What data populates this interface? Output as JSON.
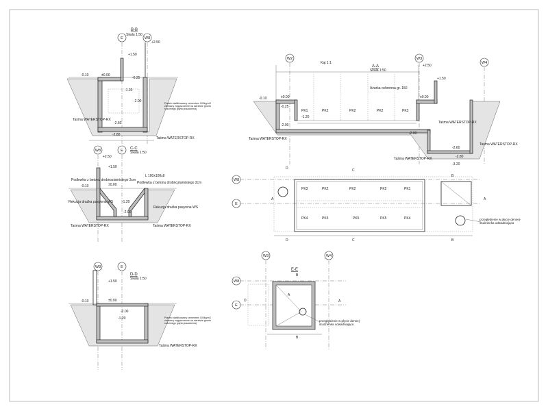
{
  "sheet": {
    "scale": "Skala 1:50"
  },
  "axes": {
    "E": "E",
    "W8": "W8",
    "W2": "W2",
    "W3": "W3",
    "W4": "W4"
  },
  "sections": {
    "bb": {
      "title": "B-B",
      "levels": [
        "+2.50",
        "+1.50",
        "-0.10",
        "±0.00",
        "-0.25",
        "-1.20",
        "-2.00",
        "-2.60",
        "-2.80"
      ],
      "note": "Piasek stabilizowany cementem 100kg/m3 zalecany zagęszczenie na warstwie gruntu rodzimego (płyta posadzenia)",
      "waterstop": "Taśma WATERSTOP-RX"
    },
    "cc": {
      "title": "C-C",
      "levels": [
        "+2.50",
        "+1.50",
        "-0.10",
        "±0.00",
        "-1.20",
        "-2.00"
      ],
      "note1": "Podlewka z betonu drobnoziarnistego 3cm",
      "note2": "Rekucja drażka pasywna WS",
      "angle": "L 100x100x8",
      "waterstop": "Taśma WATERSTOP-RX"
    },
    "dd": {
      "title": "D-D",
      "levels": [
        "+1.50",
        "-0.10",
        "±0.00",
        "-1.20",
        "-2.00"
      ],
      "note": "Piasek stabilizowany cementem 100kg/m3 zalecany zagęszczenie na warstwie gruntu rodzimego (płyta posadzenia)",
      "waterstop": "Taśma WATERSTOP-RX"
    },
    "aa": {
      "title": "A-A",
      "levels": [
        "+2.50",
        "+1.50",
        "-0.10",
        "±0.00",
        "-0.25",
        "-1.20",
        "-2.00",
        "-2.60",
        "-2.80",
        "-3.20"
      ],
      "grate": "Ażurka ochronna gr. 150",
      "slope": "Kąt 1:1",
      "panels": [
        "PK1",
        "PK2",
        "PK2",
        "PK2",
        "PK3"
      ],
      "waterstop": "Taśma WATERSTOP-RX"
    },
    "plan": {
      "panels": [
        "PK3",
        "PK2",
        "PK2",
        "PK2",
        "PK1",
        "PK4",
        "PK5",
        "PK5",
        "PK5",
        "PK4"
      ],
      "sump": "przegłębienie w płycie dennej- studzienka odwadniająca",
      "sections": [
        "A",
        "B",
        "C",
        "D"
      ]
    },
    "ee": {
      "title": "E-E",
      "sump": "przegłębienie w płycie dennej- studzienka odwadniająca",
      "sections": [
        "A",
        "B",
        "D"
      ]
    }
  }
}
